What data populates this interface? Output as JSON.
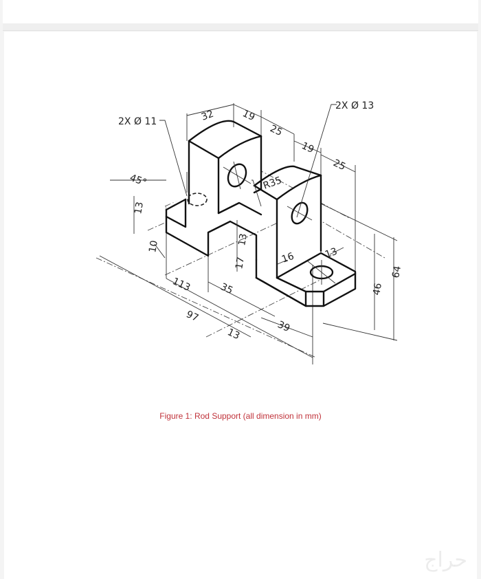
{
  "document": {
    "caption": "Figure 1: Rod Support (all dimension in mm)",
    "caption_color": "#c0323a",
    "watermark": "حراج"
  },
  "drawing": {
    "title": "Rod Support isometric drawing",
    "callouts": {
      "hole_small": "2X Ø 11",
      "hole_large": "2X Ø 13",
      "radius": "R35"
    },
    "dimensions": {
      "d32": "32",
      "d19a": "19",
      "d25a": "25",
      "d19b": "19",
      "d25b": "25",
      "angle": "45°",
      "d13_left": "13",
      "d10": "10",
      "d113": "113",
      "d97": "97",
      "d35": "35",
      "d13_mid": "13",
      "d17": "17",
      "d16": "16",
      "d13_hole": "13",
      "d13_bottom": "13",
      "d39": "39",
      "d46": "46",
      "d64": "64"
    }
  }
}
